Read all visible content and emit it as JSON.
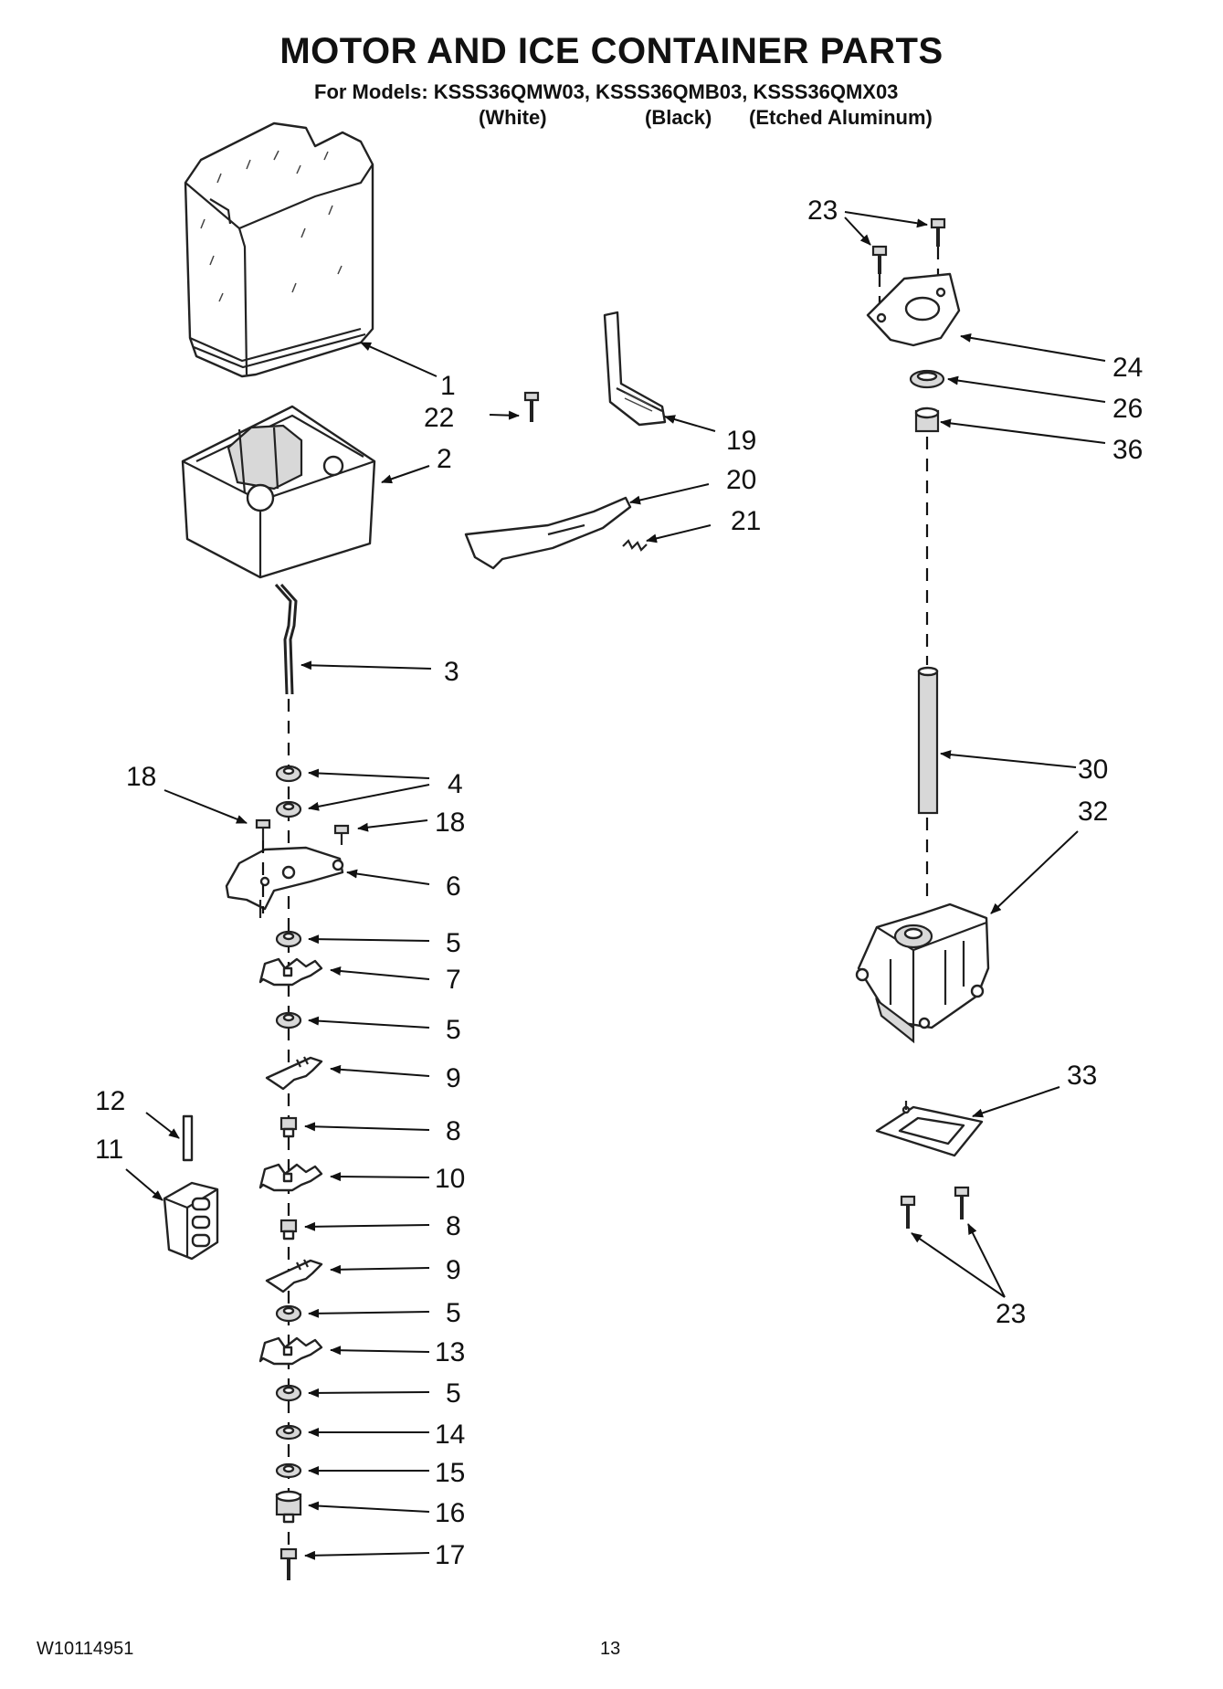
{
  "header": {
    "title": "MOTOR AND ICE CONTAINER PARTS",
    "models_line": "For Models: KSSS36QMW03, KSSS36QMB03, KSSS36QMX03",
    "variants": [
      "(White)",
      "(Black)",
      "(Etched Aluminum)"
    ]
  },
  "footer": {
    "doc_number": "W10114951",
    "page_number": "13"
  },
  "callouts": {
    "c1": "1",
    "c2": "2",
    "c3": "3",
    "c4": "4",
    "c5a": "5",
    "c5b": "5",
    "c5c": "5",
    "c5d": "5",
    "c6": "6",
    "c7": "7",
    "c8a": "8",
    "c8b": "8",
    "c9a": "9",
    "c9b": "9",
    "c10": "10",
    "c11": "11",
    "c12": "12",
    "c13": "13",
    "c14": "14",
    "c15": "15",
    "c16": "16",
    "c17": "17",
    "c18a": "18",
    "c18b": "18",
    "c19": "19",
    "c20": "20",
    "c21": "21",
    "c22": "22",
    "c23a": "23",
    "c23b": "23",
    "c24": "24",
    "c26": "26",
    "c30": "30",
    "c32": "32",
    "c33": "33",
    "c36": "36"
  }
}
